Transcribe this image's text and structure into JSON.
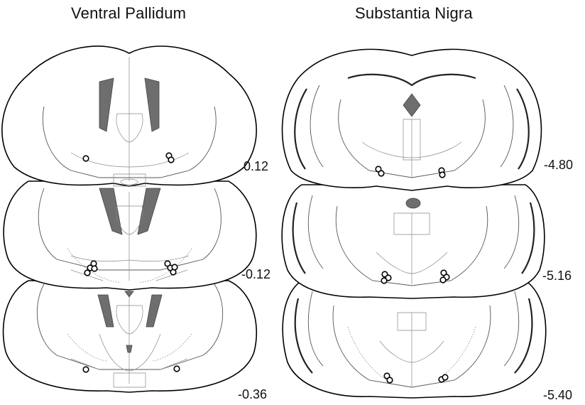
{
  "panels": {
    "left": {
      "title": "Ventral Pallidum",
      "levels": [
        "0.12",
        "-0.12",
        "-0.36"
      ]
    },
    "right": {
      "title": "Substantia Nigra",
      "levels": [
        "-4.80",
        "-5.16",
        "-5.40"
      ]
    }
  }
}
